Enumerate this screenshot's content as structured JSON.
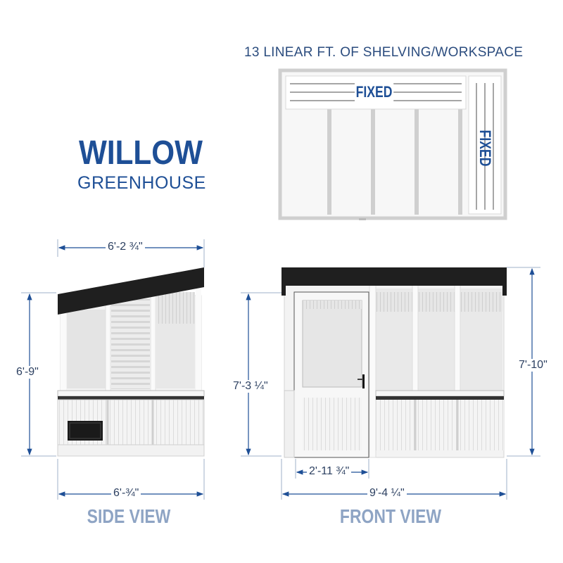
{
  "title": {
    "product_name": "WILLOW",
    "product_type": "GREENHOUSE"
  },
  "top_view": {
    "caption": "13 LINEAR FT. OF SHELVING/WORKSPACE",
    "shelf_labels": [
      "FIXED",
      "FIXED"
    ]
  },
  "side_view": {
    "label": "SIDE VIEW",
    "dimensions": {
      "top_width": "6'-2 ¾\"",
      "height": "6'-9\"",
      "base_width": "6'-¾\""
    }
  },
  "front_view": {
    "label": "FRONT VIEW",
    "dimensions": {
      "door_height": "7'-3 ¼\"",
      "total_height": "7'-10\"",
      "door_width": "2'-11 ¾\"",
      "total_width": "9'-4 ¼\""
    }
  },
  "colors": {
    "brand_blue": "#1e4f96",
    "dimension_line": "#2b4c7e",
    "view_label": "#8ea4c4",
    "roof": "#1f1f1f",
    "frame": "#f2f2f2"
  }
}
